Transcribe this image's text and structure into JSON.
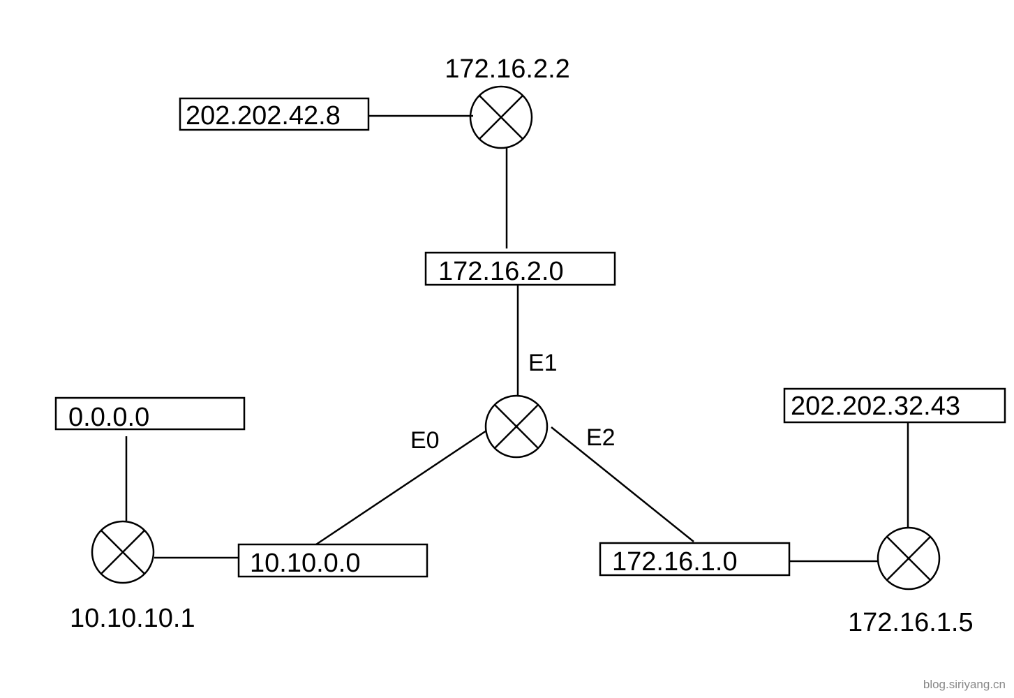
{
  "routers": {
    "top": {
      "label": "172.16.2.2"
    },
    "center": {
      "interfaces": {
        "e0": "E0",
        "e1": "E1",
        "e2": "E2"
      }
    },
    "left": {
      "label": "10.10.10.1"
    },
    "right": {
      "label": "172.16.1.5"
    }
  },
  "networks": {
    "n1": "202.202.42.8",
    "n2": "172.16.2.0",
    "n3": "0.0.0.0",
    "n4": "10.10.0.0",
    "n5": "172.16.1.0",
    "n6": "202.202.32.43"
  },
  "watermark": "blog.siriyang.cn"
}
